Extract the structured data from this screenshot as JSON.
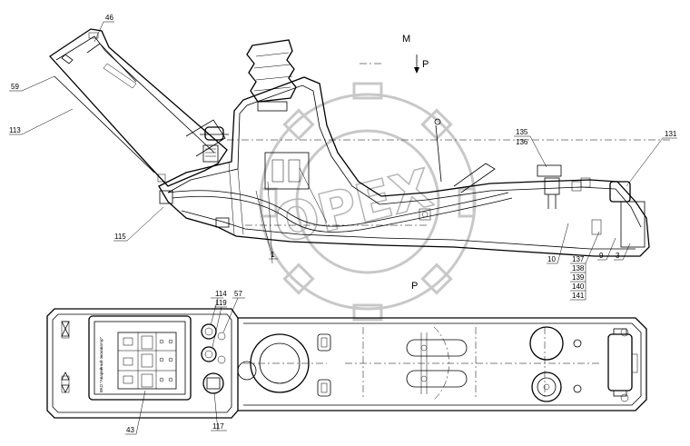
{
  "view_labels": {
    "m": "M",
    "p_arrow": "P",
    "p_section": "P"
  },
  "callouts": {
    "c46": "46",
    "c59": "59",
    "c113": "113",
    "c115": "115",
    "c1": "1",
    "c135": "135",
    "c136": "136",
    "c131": "131",
    "c10": "10",
    "c137": "137",
    "c138": "138",
    "c139": "139",
    "c140": "140",
    "c141": "141",
    "c9": "9",
    "c3": "3",
    "c114": "114",
    "c57": "57",
    "c119": "119",
    "c117": "117",
    "c43": "43"
  },
  "panel_caption": "ВКО \"Аварийный экскаватор\"",
  "watermark": "OPEX"
}
